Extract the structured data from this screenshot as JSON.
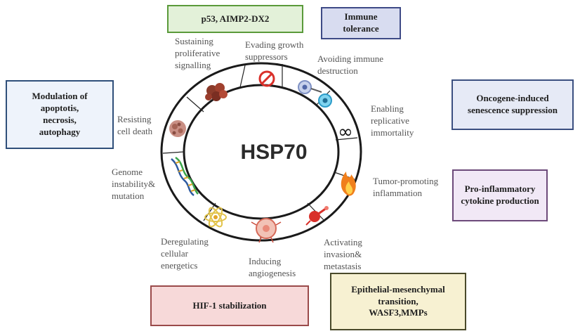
{
  "center": "HSP70",
  "boxes": {
    "p53": "p53, AIMP2-DX2",
    "immune_tolerance": "Immune\ntolerance",
    "modulation": "Modulation of\napoptotis,\nnecrosis,\nautophagy",
    "oncogene": "Oncogene-induced\nsenescence suppression",
    "proinflammatory": "Pro-inflammatory\ncytokine production",
    "hif1": "HIF-1 stabilization",
    "emt": "Epithelial-mesenchymal\ntransition,\nWASF3,MMPs"
  },
  "hallmarks": {
    "sustaining": "Sustaining\nproliferative\nsignalling",
    "evading": "Evading growth\nsuppressors",
    "avoiding": "Avoiding immune\ndestruction",
    "replicative": "Enabling\nreplicative\nimmortality",
    "inflammation": "Tumor-promoting\ninflammation",
    "invasion": "Activating\ninvasion&\nmetastasis",
    "angiogenesis": "Inducing\nangiogenesis",
    "energetics": "Deregulating\ncellular\nenergetics",
    "genome": "Genome\ninstability&\nmutation",
    "cell_death": "Resisting\ncell death"
  },
  "colors": {
    "p53_fill": "#e3f1d9",
    "p53_border": "#5a9a3a",
    "immune_fill": "#d8dcf0",
    "immune_border": "#3e4a86",
    "modulation_fill": "#eef3fb",
    "modulation_border": "#2f4f7a",
    "oncogene_fill": "#e6eaf6",
    "oncogene_border": "#3b4f80",
    "proinflammatory_fill": "#f1e8f6",
    "proinflammatory_border": "#6d4a7a",
    "hif1_fill": "#f7d9d9",
    "hif1_border": "#9a4a4a",
    "emt_fill": "#f7f1d2",
    "emt_border": "#4a4a2a"
  }
}
